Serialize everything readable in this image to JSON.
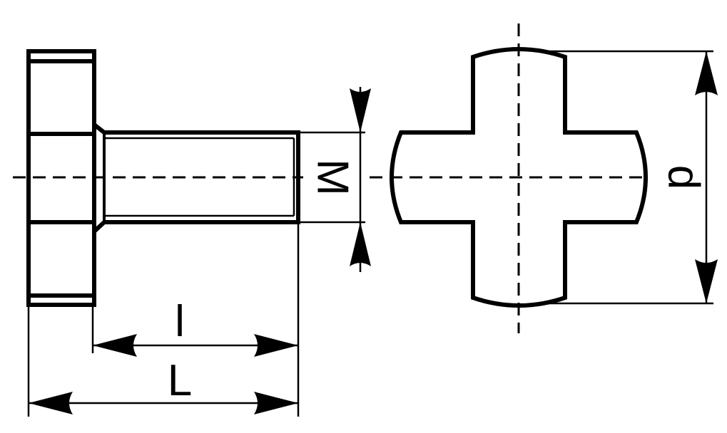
{
  "labels": {
    "thread_size": "M",
    "thread_length": "l",
    "overall_length": "L",
    "diameter": "d"
  }
}
